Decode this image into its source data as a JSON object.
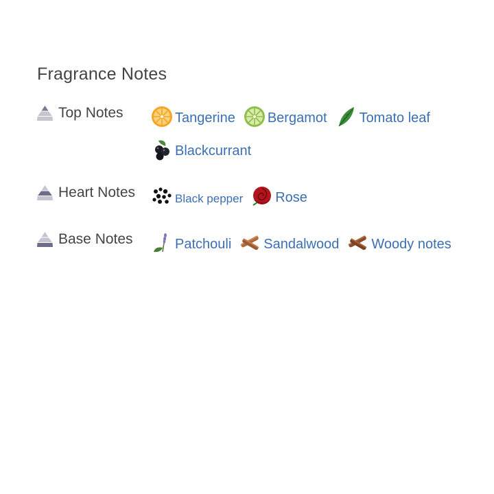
{
  "section": {
    "title": "Fragrance Notes"
  },
  "tiers": {
    "top": {
      "label": "Top Notes",
      "notes": [
        {
          "name": "Tangerine",
          "icon": "tangerine-icon"
        },
        {
          "name": "Bergamot",
          "icon": "bergamot-icon"
        },
        {
          "name": "Tomato leaf",
          "icon": "tomato-leaf-icon"
        },
        {
          "name": "Blackcurrant",
          "icon": "blackcurrant-icon"
        }
      ]
    },
    "heart": {
      "label": "Heart Notes",
      "notes": [
        {
          "name": "Black pepper",
          "icon": "black-pepper-icon"
        },
        {
          "name": "Rose",
          "icon": "rose-icon"
        }
      ]
    },
    "base": {
      "label": "Base Notes",
      "notes": [
        {
          "name": "Patchouli",
          "icon": "patchouli-icon"
        },
        {
          "name": "Sandalwood",
          "icon": "sandalwood-icon"
        },
        {
          "name": "Woody notes",
          "icon": "woody-notes-icon"
        }
      ]
    }
  },
  "colors": {
    "link": "#3b6fb4",
    "text": "#444444",
    "pyramid_top": "#b9bcc8",
    "pyramid_active": "#6b6e86"
  }
}
